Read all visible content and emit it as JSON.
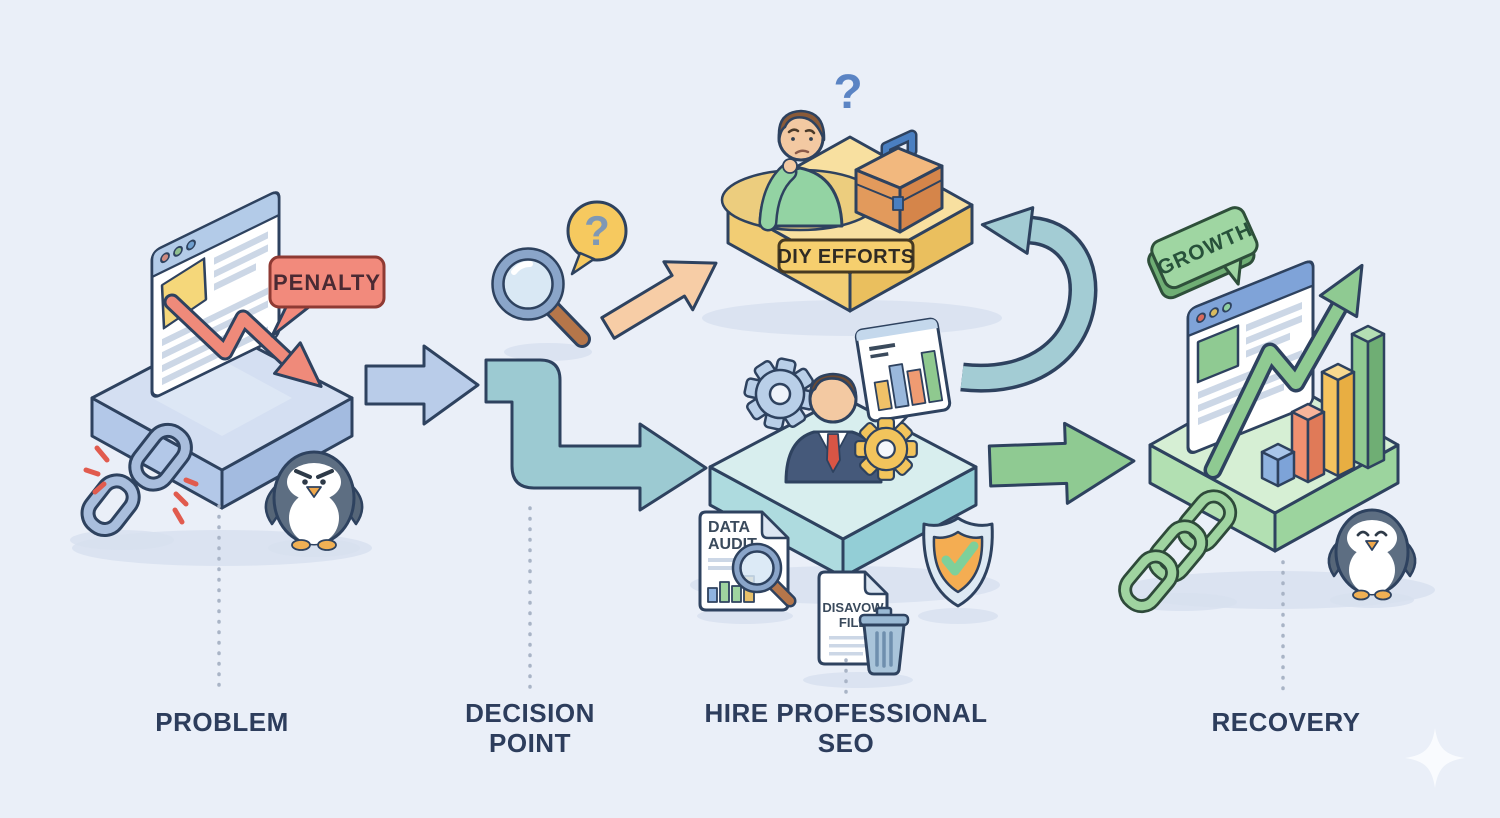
{
  "scene": {
    "description_note": "isometric SEO penalty recovery flowchart",
    "background": "#eaeff8"
  },
  "stage_labels": {
    "problem": "PROBLEM",
    "decision_line1": "DECISION",
    "decision_line2": "POINT",
    "hire_line1": "HIRE PROFESSIONAL",
    "hire_line2": "SEO",
    "recovery": "RECOVERY"
  },
  "callouts": {
    "penalty": "PENALTY",
    "diy_efforts": "DIY EFFORTS",
    "growth": "GROWTH",
    "decision_question_mark": "?",
    "diy_question_mark": "?"
  },
  "documents": {
    "data_audit_line1": "DATA",
    "data_audit_line2": "AUDIT",
    "disavow_line1": "DISAVOW",
    "disavow_line2": "FILE"
  },
  "icons": [
    "broken-chain-icon",
    "angry-penguin-icon",
    "magnifier-icon",
    "question-bubble-icon",
    "thinking-person-icon",
    "toolbox-icon",
    "gear-icon",
    "seo-consultant-icon",
    "chart-bubble-icon",
    "data-audit-document-icon",
    "disavow-file-icon",
    "trash-can-icon",
    "shield-check-icon",
    "growth-arrow-icon",
    "bar-chart-3d-icon",
    "fixed-chain-icon",
    "happy-penguin-icon",
    "sparkle-icon"
  ],
  "colors": {
    "background": "#eaeff8",
    "ink_outline": "#2e425f",
    "label_text": "#2d3d5c",
    "penalty_red": "#ef8a7a",
    "penalty_bubble": "#f28a7c",
    "problem_platform": "#c6d6ee",
    "blue_arrow": "#b9cce9",
    "decision_arrow_teal": "#9ccad2",
    "diy_arrow_peach": "#f7cda6",
    "diy_platform_yellow": "#f6d88e",
    "diy_label_fill": "#f6cf6e",
    "professional_platform_teal": "#cfe9ea",
    "recovery_green": "#8fca92",
    "recovery_platform": "#cdeacc",
    "shield_orange": "#f4ad52",
    "check_green": "#7ed09a",
    "chain_blue": "#a9bedd",
    "chain_green": "#9fd4a0"
  }
}
